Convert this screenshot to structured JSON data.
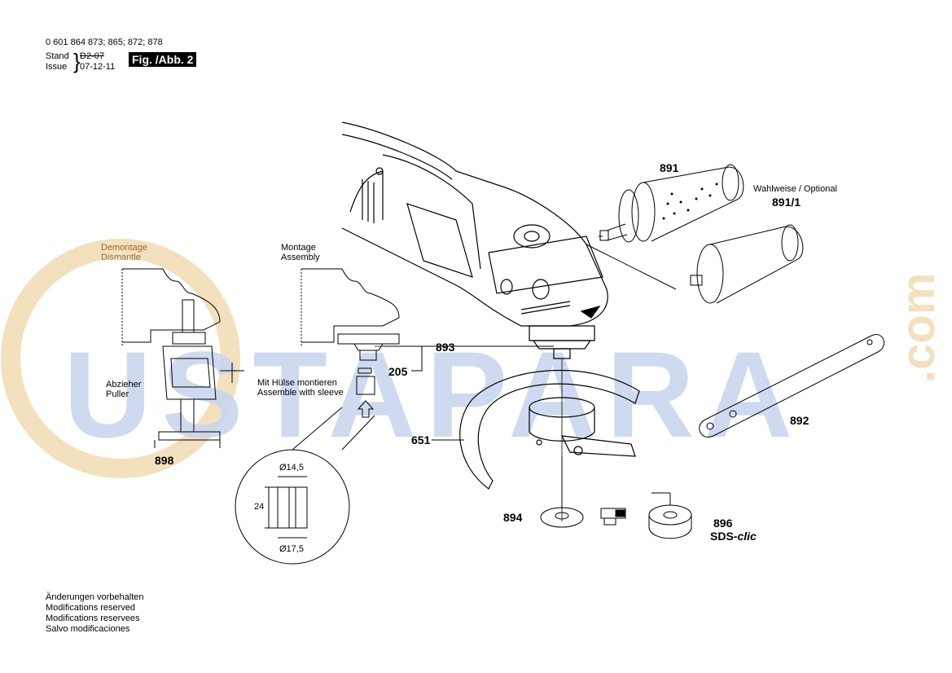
{
  "header": {
    "part_numbers": "0 601 864 873; 865; 872; 878",
    "stand_label": "Stand",
    "issue_label": "Issue",
    "stand_value": "D2-07",
    "issue_value": "07-12-11",
    "figure": "Fig. /Abb. 2"
  },
  "watermark": {
    "main": "USTAPARA",
    "suffix": ".com",
    "color": "#c9d7ee",
    "ring_color": "#f3e0bd"
  },
  "labels": {
    "demontage": "Demontage",
    "dismantle": "Dismantle",
    "montage": "Montage",
    "assembly": "Assembly",
    "abzieher": "Abzieher",
    "puller": "Puller",
    "sleeve_de": "Mit Hülse montieren",
    "sleeve_en": "Assemble with sleeve",
    "optional": "Wahlweise / Optional",
    "sds": "SDS-",
    "clic": "clic"
  },
  "dimensions": {
    "top_diameter": "Ø14,5",
    "height": "24",
    "bottom_diameter": "Ø17,5"
  },
  "part_numbers": {
    "p891": "891",
    "p891_1": "891/1",
    "p893": "893",
    "p205": "205",
    "p651": "651",
    "p892": "892",
    "p894": "894",
    "p896": "896",
    "p898": "898"
  },
  "footer": {
    "lines": [
      "Änderungen vorbehalten",
      "Modifications reserved",
      "Modifications reservees",
      "Salvo modificaciones"
    ]
  }
}
